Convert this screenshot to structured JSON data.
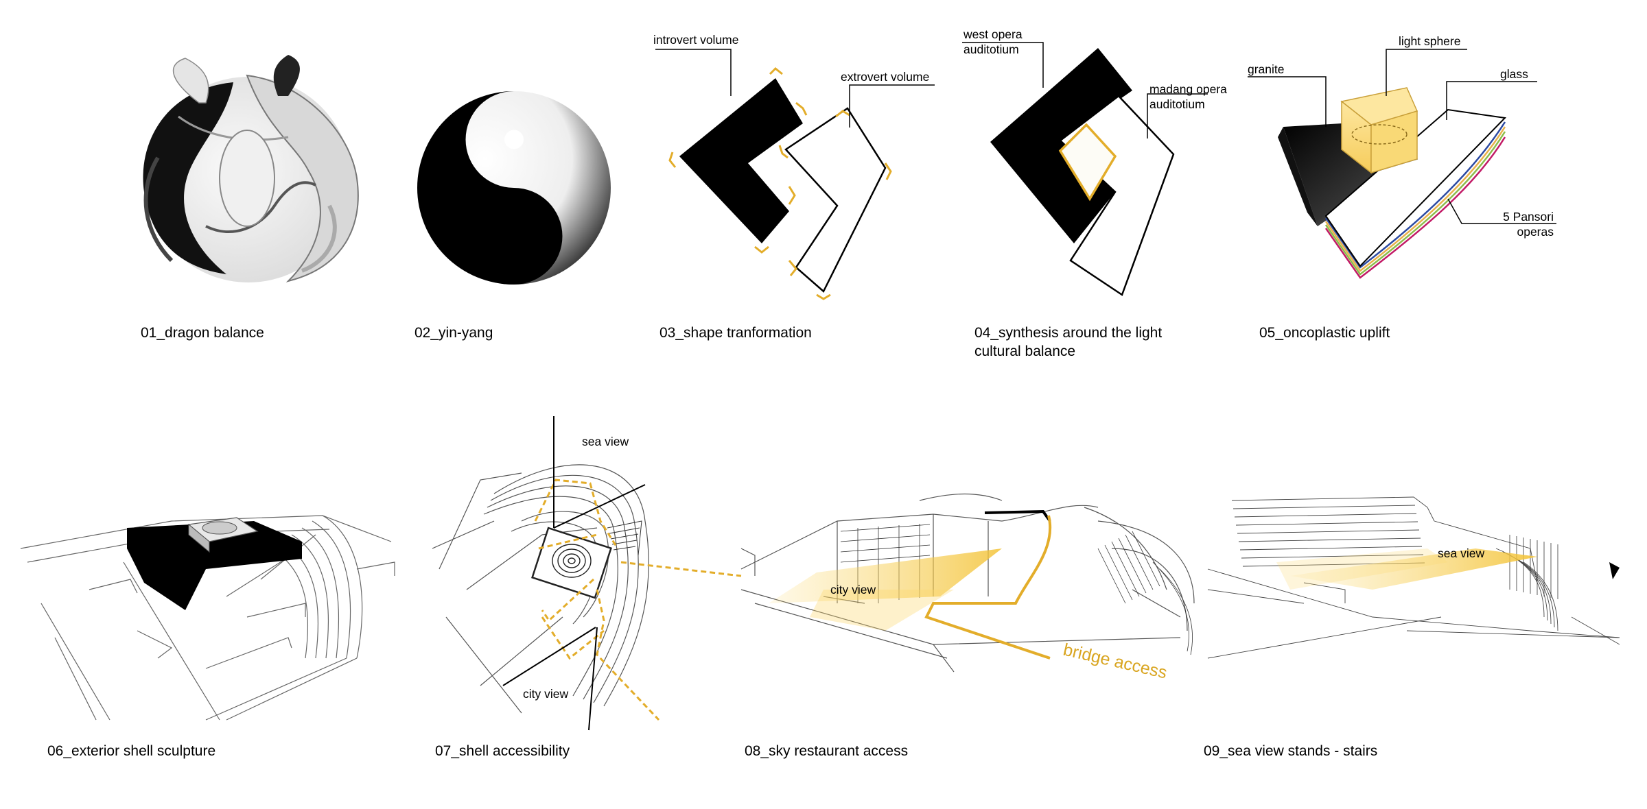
{
  "captions": [
    "01_dragon balance",
    "02_yin-yang",
    "03_shape tranformation",
    "04_synthesis around the light",
    "cultural balance",
    "05_oncoplastic uplift",
    "06_exterior shell sculpture",
    "07_shell accessibility",
    "08_sky restaurant access",
    "09_sea view stands - stairs"
  ],
  "annotations": {
    "introvert": "introvert volume",
    "extrovert": "extrovert volume",
    "west1": "west opera",
    "west2": "auditotium",
    "madang1": "madang opera",
    "madang2": "auditotium",
    "granite": "granite",
    "light_sphere": "light sphere",
    "glass": "glass",
    "pansori1": "5 Pansori",
    "pansori2": "operas",
    "sea_view_07": "sea view",
    "city_view_07": "city view",
    "city_view_08": "city view",
    "bridge_access": "bridge access",
    "sea_view_09": "sea view"
  },
  "colors": {
    "accent": "#e3ad2a",
    "ink": "#000000",
    "highlight": "#fbd86a"
  }
}
